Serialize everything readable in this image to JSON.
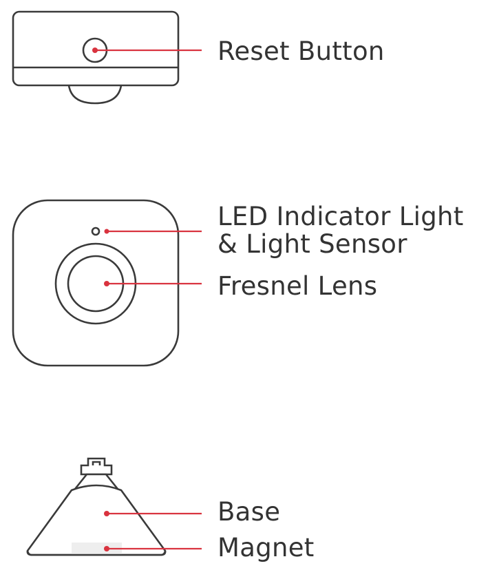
{
  "labels": {
    "reset_button": "Reset Button",
    "led_line1": "LED Indicator Light",
    "led_line2": "& Light Sensor",
    "fresnel_lens": "Fresnel Lens",
    "base": "Base",
    "magnet": "Magnet"
  },
  "colors": {
    "leader": "#d9333f",
    "outline": "#3a3a3a",
    "text": "#333333"
  }
}
